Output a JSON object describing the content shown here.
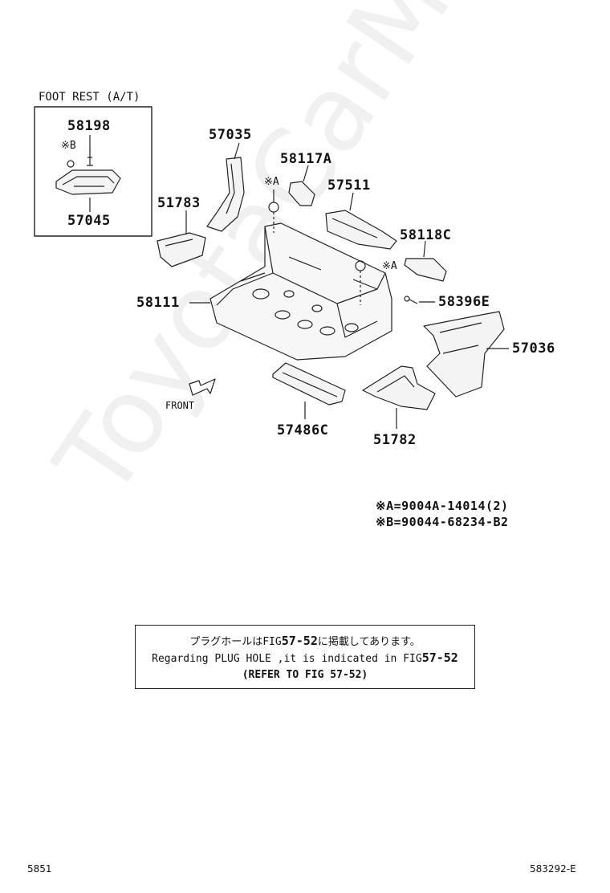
{
  "foot_rest": {
    "title": "FOOT REST (A/T)",
    "part_upper": "58198",
    "part_lower": "57045",
    "mark_b": "※B"
  },
  "parts": {
    "p57035": "57035",
    "p51783": "51783",
    "p58117A": "58117A",
    "p57511": "57511",
    "p58118C": "58118C",
    "p58111": "58111",
    "p58396E": "58396E",
    "p57036": "57036",
    "p57486C": "57486C",
    "p51782": "51782"
  },
  "marks": {
    "mark_a_left": "※A",
    "mark_a_right": "※A"
  },
  "front_label": "FRONT",
  "fasteners": {
    "a": "※A=9004A-14014(2)",
    "b": "※B=90044-68234-B2"
  },
  "note": {
    "line1_pre": "プラグホールはFIG",
    "line1_ref": "57-52",
    "line1_post": "に掲載してあります。",
    "line2_pre": "Regarding PLUG HOLE ,it is indicated in FIG",
    "line2_ref": "57-52",
    "line3": "(REFER TO FIG 57-52)"
  },
  "footer": {
    "left": "5851",
    "right": "583292-E"
  },
  "watermark": "ToyotaCarMine.ru"
}
